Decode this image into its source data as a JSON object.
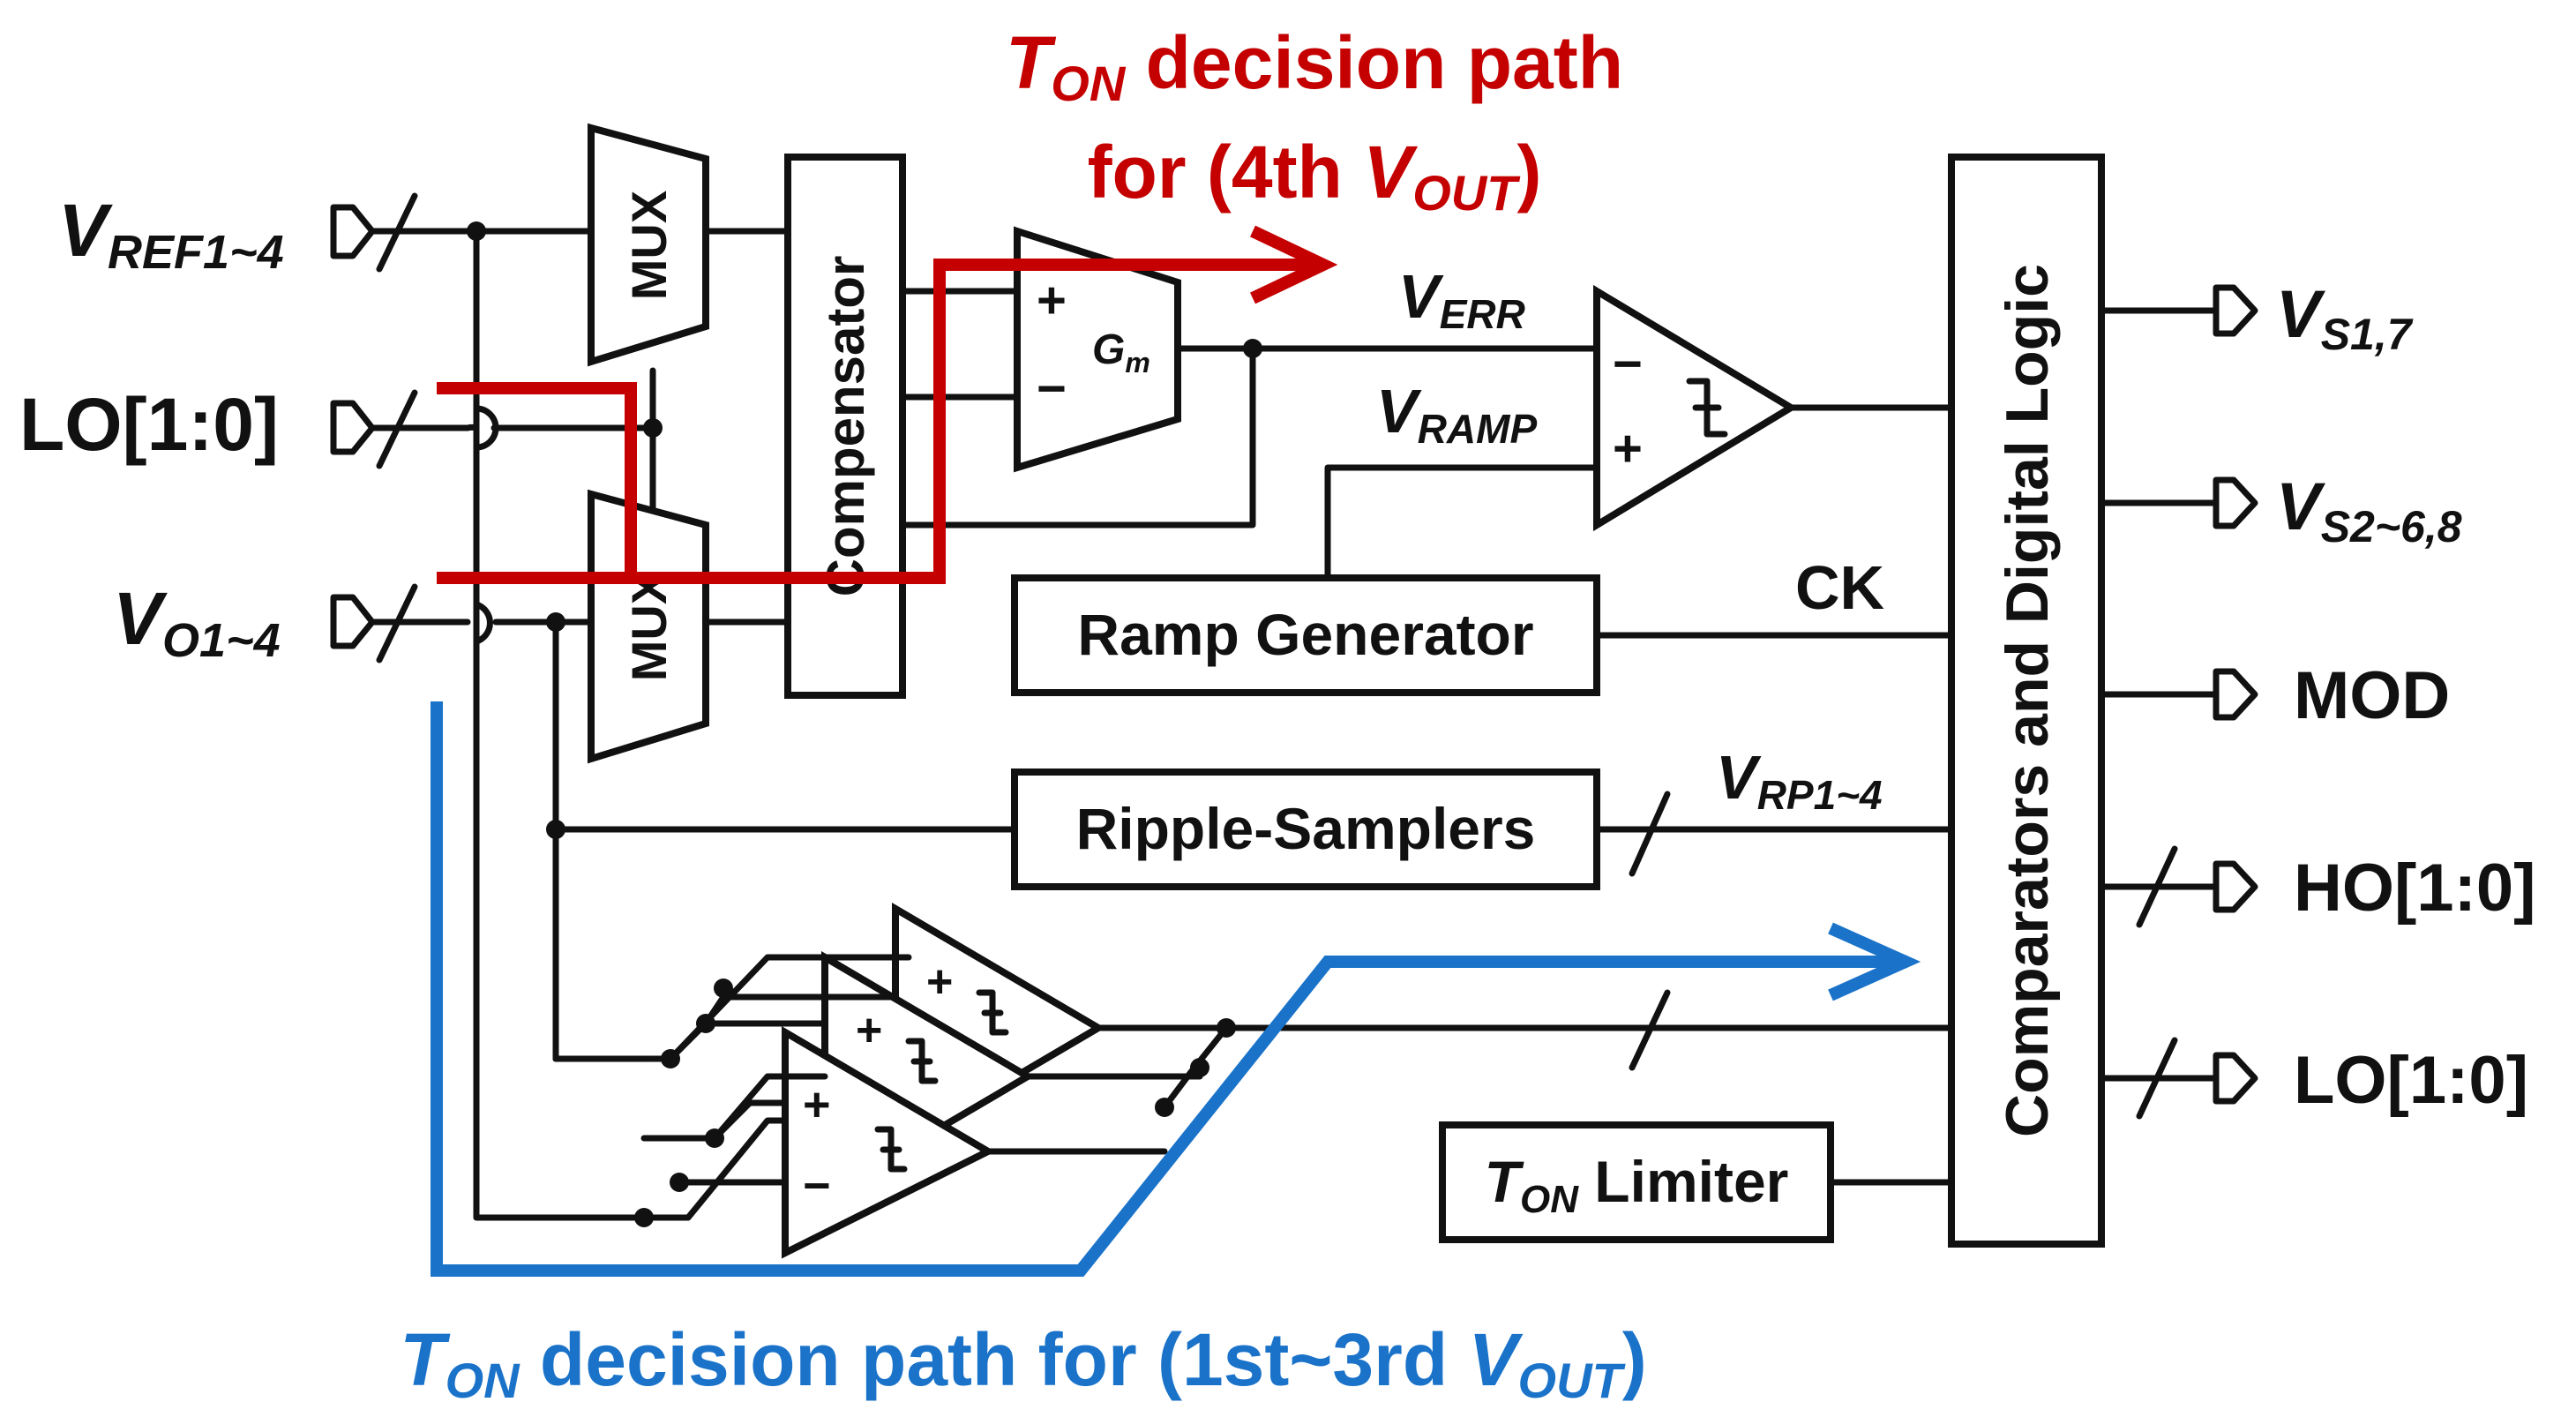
{
  "title_red": {
    "t": "T",
    "t_sub": "ON",
    "rest1": " decision path",
    "line2a": "for (4th ",
    "v": "V",
    "v_sub": "OUT",
    "close": ")"
  },
  "title_blue": {
    "t": "T",
    "t_sub": "ON",
    "rest": " decision path for (1st~3rd ",
    "v": "V",
    "v_sub": "OUT",
    "close": ")"
  },
  "colors": {
    "red_path": "#c40000",
    "blue_path": "#1a73c9",
    "wire": "#111111"
  },
  "inputs": {
    "vref": {
      "main": "V",
      "sub": "REF1~4"
    },
    "lo": {
      "label": "LO[1:0]"
    },
    "vo": {
      "main": "V",
      "sub": "O1~4"
    }
  },
  "blocks": {
    "mux_top": "MUX",
    "mux_bottom": "MUX",
    "compensator": "Compensator",
    "gm": {
      "main": "G",
      "sub": "m"
    },
    "ramp_generator": "Ramp Generator",
    "ripple_samplers": "Ripple-Samplers",
    "ton_limiter": {
      "t": "T",
      "t_sub": "ON",
      "rest": " Limiter"
    },
    "digital_logic": "Comparators and Digital Logic"
  },
  "signals": {
    "verr": {
      "main": "V",
      "sub": "ERR"
    },
    "vramp": {
      "main": "V",
      "sub": "RAMP"
    },
    "ck": "CK",
    "vrp": {
      "main": "V",
      "sub": "RP1~4"
    }
  },
  "outputs": {
    "vs17": {
      "main": "V",
      "sub": "S1,7"
    },
    "vs268": {
      "main": "V",
      "sub": "S2~6,8"
    },
    "mod": "MOD",
    "ho": "HO[1:0]",
    "lo": "LO[1:0]"
  },
  "symbols": {
    "plus": "+",
    "minus": "−"
  }
}
